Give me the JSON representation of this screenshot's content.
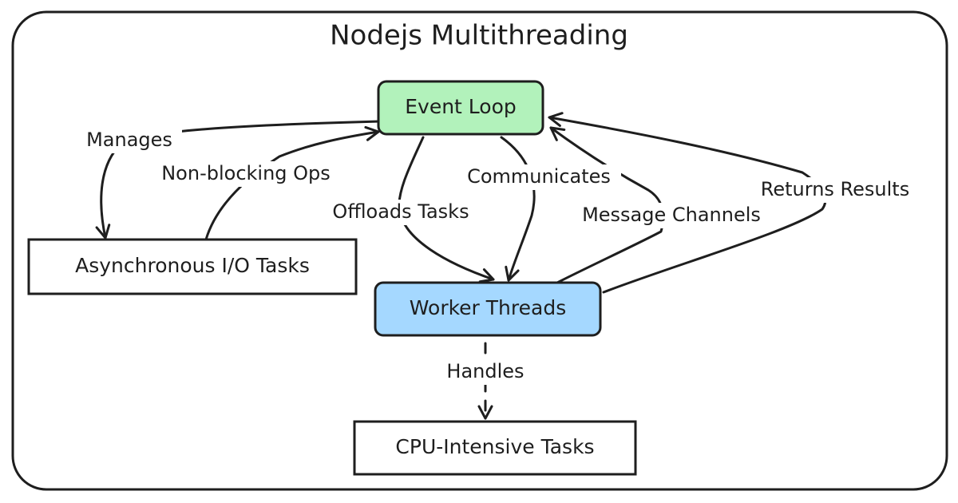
{
  "title": "Nodejs Multithreading",
  "nodes": {
    "event_loop": {
      "label": "Event Loop",
      "fill": "#b2f2bb"
    },
    "async_io": {
      "label": "Asynchronous I/O Tasks",
      "fill": "#ffffff"
    },
    "worker_threads": {
      "label": "Worker Threads",
      "fill": "#a5d8ff"
    },
    "cpu_tasks": {
      "label": "CPU-Intensive Tasks",
      "fill": "#ffffff"
    }
  },
  "edges": {
    "manages": {
      "label": "Manages",
      "from": "Event Loop",
      "to": "Asynchronous I/O Tasks"
    },
    "non_blocking": {
      "label": "Non-blocking Ops",
      "from": "Asynchronous I/O Tasks",
      "to": "Event Loop"
    },
    "offloads": {
      "label": "Offloads Tasks",
      "from": "Event Loop",
      "to": "Worker Threads"
    },
    "communicates": {
      "label": "Communicates",
      "from": "Event Loop",
      "to": "Worker Threads"
    },
    "message_channels": {
      "label": "Message Channels",
      "from": "Worker Threads",
      "to": "Event Loop"
    },
    "returns_results": {
      "label": "Returns Results",
      "from": "Worker Threads",
      "to": "Event Loop"
    },
    "handles": {
      "label": "Handles",
      "from": "Worker Threads",
      "to": "CPU-Intensive Tasks"
    }
  },
  "colors": {
    "stroke": "#1e1e1e",
    "event_loop_fill": "#b2f2bb",
    "worker_threads_fill": "#a5d8ff"
  }
}
